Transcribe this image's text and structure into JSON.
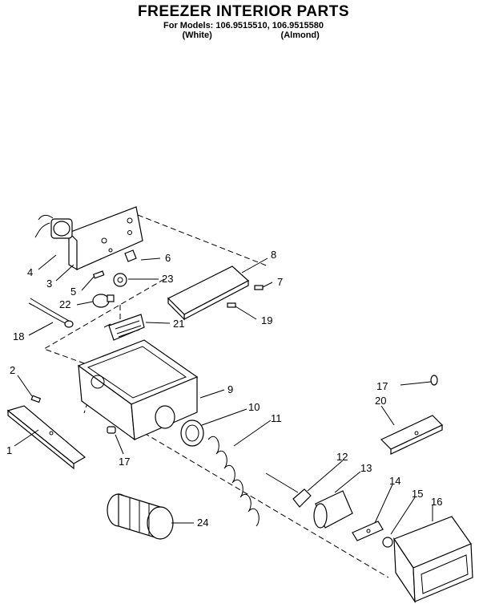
{
  "header": {
    "title": "FREEZER INTERIOR PARTS",
    "models_line": "For Models: 106.9515510, 106.9515580",
    "variant_white": "(White)",
    "variant_almond": "(Almond)"
  },
  "callouts": {
    "c1": "1",
    "c2": "2",
    "c3": "3",
    "c4": "4",
    "c5": "5",
    "c6": "6",
    "c7": "7",
    "c8": "8",
    "c9": "9",
    "c10": "10",
    "c11": "11",
    "c12": "12",
    "c13": "13",
    "c14": "14",
    "c15": "15",
    "c16": "16",
    "c17a": "17",
    "c17b": "17",
    "c18": "18",
    "c19": "19",
    "c20": "20",
    "c21": "21",
    "c22": "22",
    "c23": "23",
    "c24": "24"
  }
}
